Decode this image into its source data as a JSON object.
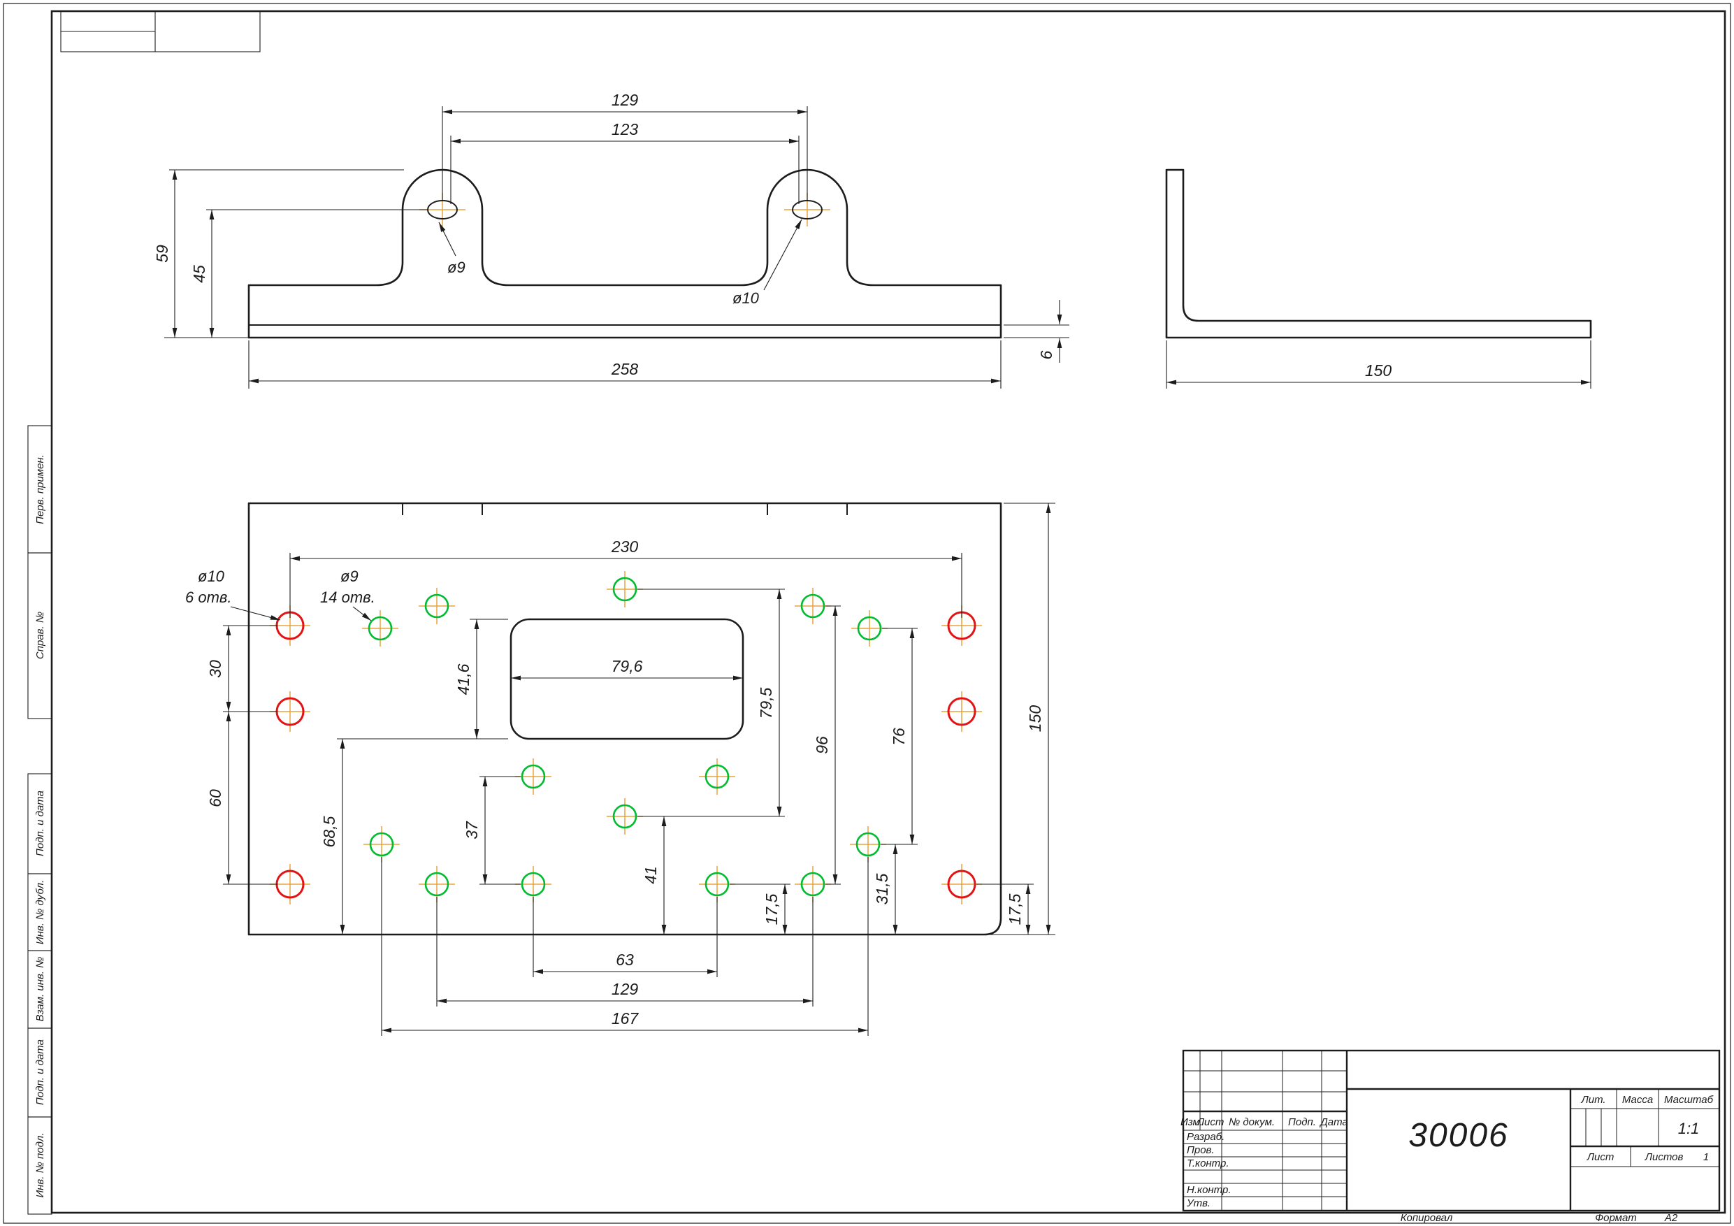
{
  "colors": {
    "line": "#1c1c1c",
    "green": "#00bd2f",
    "red": "#e31313",
    "orange": "#e8a33d"
  },
  "front": {
    "d129": "129",
    "d123": "123",
    "d59": "59",
    "d45": "45",
    "d258": "258",
    "d6": "6",
    "dia9": "ø9",
    "dia10": "ø10"
  },
  "side": {
    "d150": "150"
  },
  "plan": {
    "d230": "230",
    "d150": "150",
    "d79_6": "79,6",
    "d41_6": "41,6",
    "d79_5": "79,5",
    "d96": "96",
    "d76": "76",
    "d30": "30",
    "d60": "60",
    "d68_5": "68,5",
    "d37": "37",
    "d41": "41",
    "d63": "63",
    "d129": "129",
    "d167": "167",
    "d17_5_left": "17,5",
    "d17_5_right": "17,5",
    "d31_5": "31,5",
    "hole10": "ø10",
    "hole10_count": "6 отв.",
    "hole9": "ø9",
    "hole9_count": "14 отв."
  },
  "margin": {
    "labels": [
      "Перв. примен.",
      "Справ. №",
      "Подп. и дата",
      "Инв. № дубл.",
      "Взам. инв. №",
      "Подп. и дата",
      "Инв. № подл."
    ]
  },
  "tb": {
    "header": {
      "izm": "Изм.",
      "list": "Лист",
      "doc": "№ докум.",
      "podp": "Подп.",
      "data": "Дата"
    },
    "rows": {
      "razrab": "Разраб.",
      "prov": "Пров.",
      "tkontr": "Т.контр.",
      "nkontr": "Н.контр.",
      "utv": "Утв."
    },
    "doc_number": "30006",
    "lit": "Лит.",
    "massa": "Масса",
    "masshtab": "Масштаб",
    "scale": "1:1",
    "list": "Лист",
    "listov": "Листов",
    "listov_value": "1"
  },
  "footer": {
    "copied": "Копировал",
    "format_label": "Формат",
    "format": "A2"
  }
}
